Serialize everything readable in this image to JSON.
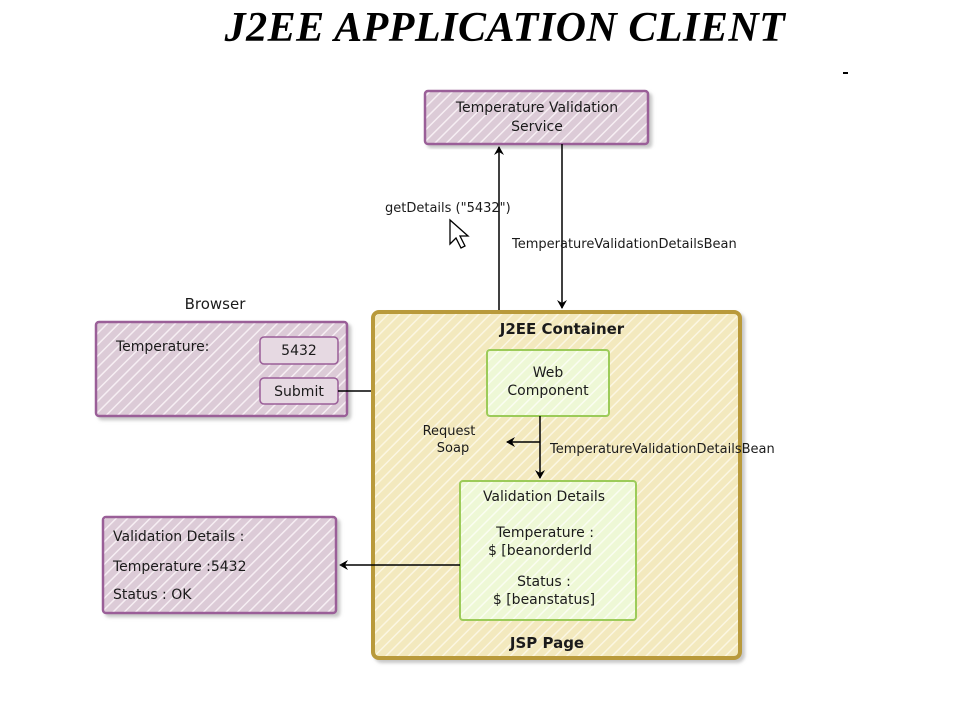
{
  "title": "J2EE APPLICATION CLIENT",
  "colors": {
    "purple_fill": "#d9c7d3",
    "purple_border": "#a065a0",
    "container_fill": "#f1e6b9",
    "container_border": "#b89b3c",
    "green_fill": "#edf7d4",
    "green_border": "#9ccb59",
    "arrow": "#000000"
  },
  "service": {
    "line1": "Temperature Validation",
    "line2": "Service"
  },
  "arrows": {
    "get_details": "getDetails (\"5432\")",
    "bean_from_service": "TemperatureValidationDetailsBean",
    "bean_to_jsp": "TemperatureValidationDetailsBean",
    "request_line1": "Request",
    "request_line2": "Soap"
  },
  "browser": {
    "label": "Browser",
    "field_label": "Temperature:",
    "field_value": "5432",
    "submit_label": "Submit"
  },
  "container": {
    "title": "J2EE Container",
    "footer": "JSP Page",
    "web_component_line1": "Web",
    "web_component_line2": "Component",
    "validation_title": "Validation Details",
    "temp_label": "Temperature :",
    "temp_expr": "$ [beanorderId",
    "status_label": "Status :",
    "status_expr": "$ [beanstatus]"
  },
  "result": {
    "line1": "Validation Details :",
    "line2": "Temperature :5432",
    "line3": "Status : OK"
  }
}
